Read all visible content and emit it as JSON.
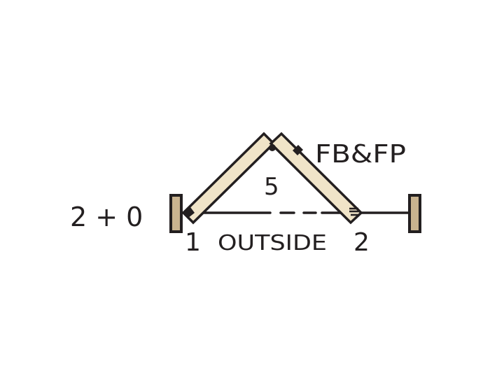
{
  "diagram": {
    "configuration_label": "2 + 0",
    "panel_count_label": "5",
    "hinge_left_label": "1",
    "hinge_right_label": "2",
    "side_label": "OUTSIDE",
    "hardware_label": "FB&FP"
  },
  "colors": {
    "panel_fill": "#f0e4c8",
    "jamb_fill": "#c9b38f",
    "stroke": "#231f20",
    "text": "#231f20",
    "background": "#ffffff"
  }
}
